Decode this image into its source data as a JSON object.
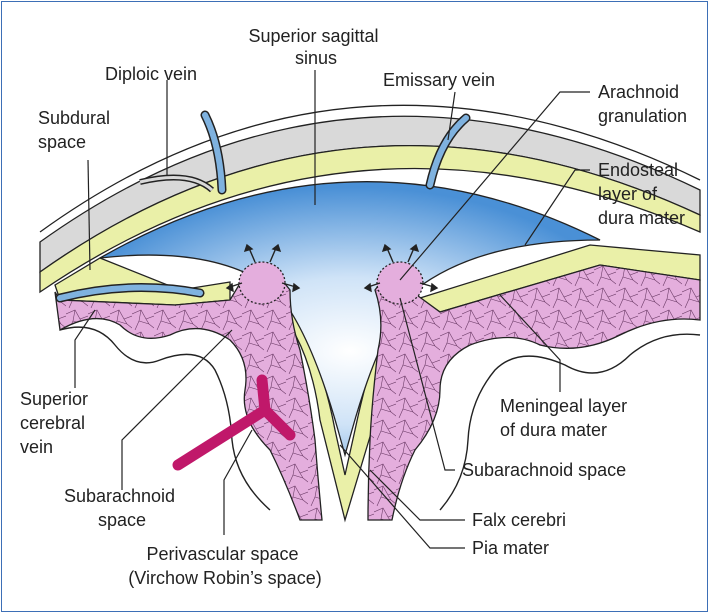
{
  "colors": {
    "border": "#3d6fb6",
    "bone": "#d8d8d8",
    "dura_fill": "#eaf0a8",
    "dura_outline": "#222222",
    "sinus_light": "#ffffff",
    "sinus_dark": "#4a90d6",
    "brain_fill": "#e4aedd",
    "vessel": "#c0186a",
    "vein": "#7fb2df"
  },
  "labels": {
    "superior_sagittal_sinus": [
      "Superior sagittal",
      "sinus"
    ],
    "diploic_vein": [
      "Diploic vein"
    ],
    "emissary_vein": [
      "Emissary vein"
    ],
    "arachnoid_granulation": [
      "Arachnoid",
      "granulation"
    ],
    "subdural_space": [
      "Subdural",
      "space"
    ],
    "endosteal_layer": [
      "Endosteal",
      "layer of",
      "dura mater"
    ],
    "superior_cerebral_vein": [
      "Superior",
      "cerebral",
      "vein"
    ],
    "meningeal_layer": [
      "Meningeal layer",
      "of dura mater"
    ],
    "subarachnoid_space_right": [
      "Subarachnoid space"
    ],
    "subarachnoid_space_left": [
      "Subarachnoid",
      "space"
    ],
    "falx_cerebri": [
      "Falx cerebri"
    ],
    "pia_mater": [
      "Pia mater"
    ],
    "perivascular_space": [
      "Perivascular space",
      "(Virchow Robin’s space)"
    ]
  }
}
